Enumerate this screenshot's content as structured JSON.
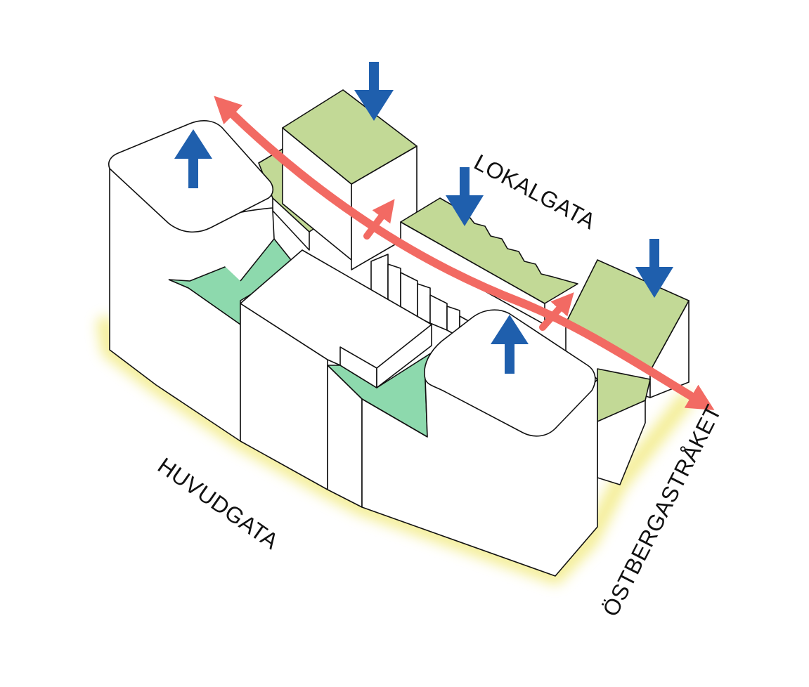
{
  "labels": {
    "huvudgata": "HUVUDGATA",
    "lokalgata": "LOKALGATA",
    "ostbergastraket": "ÖSTBERGASTRÅKET"
  },
  "colors": {
    "roof_green": "#c2d996",
    "courtyard_green": "#8dd9ad",
    "flow_arrow": "#f26a63",
    "vertical_arrow": "#1f5fad",
    "street_glow": "#f3ec8a",
    "outline": "#111111"
  },
  "icons": {
    "flow": "curved-double-arrow",
    "down": "arrow-down-icon",
    "up": "arrow-up-icon"
  }
}
